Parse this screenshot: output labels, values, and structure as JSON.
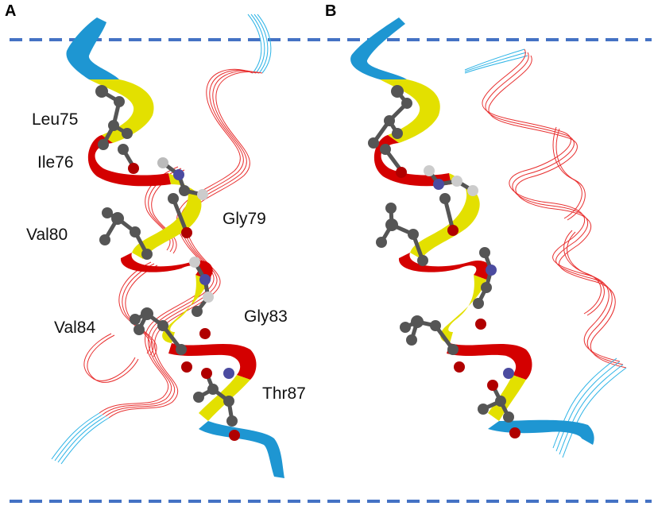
{
  "panels": [
    {
      "letter": "A"
    },
    {
      "letter": "B"
    }
  ],
  "residue_labels": [
    "Leu75",
    "Ile76",
    "Val80",
    "Gly79",
    "Val84",
    "Gly83",
    "Thr87"
  ],
  "colors": {
    "membrane_line": "#4472C4",
    "coil": "#1E96D2",
    "helix_yellow": "#E3E000",
    "helix_red": "#D40000",
    "partner_helix": "#E83030",
    "partner_coil": "#2FB4E6",
    "atom_carbon": "#555555",
    "atom_oxygen": "#B00000",
    "atom_nitrogen": "#4B4BA0",
    "atom_hydrogen": "#CCCCCC"
  }
}
